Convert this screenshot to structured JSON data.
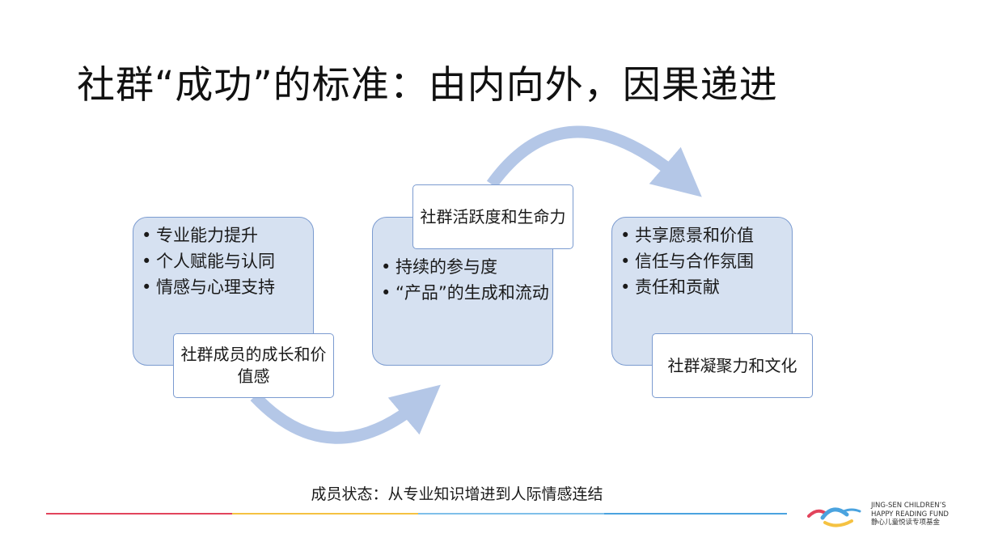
{
  "title": "社群“成功”的标准：由内向外，因果递进",
  "panels": [
    {
      "items": [
        "专业能力提升",
        "个人赋能与认同",
        "情感与心理支持"
      ],
      "label": "社群成员的成长和价值感"
    },
    {
      "items": [
        "持续的参与度",
        "“产品”的生成和流动"
      ],
      "label": "社群活跃度和生命力"
    },
    {
      "items": [
        "共享愿景和价值",
        "信任与合作氛围",
        "责任和贡献"
      ],
      "label": "社群凝聚力和文化"
    }
  ],
  "footer_text": "成员状态：从专业知识增进到人际情感连结",
  "logo": {
    "line1": "JING-SEN CHILDREN’S",
    "line2": "HAPPY READING FUND",
    "line3": "静心儿童悦读专项基金"
  },
  "colors": {
    "panel_fill": "#d6e1f1",
    "panel_border": "#7b9bd0",
    "arrow": "#b4c7e7",
    "bar_red": "#e2445c",
    "bar_yellow": "#f5c242",
    "bar_blue": "#4aa3df"
  }
}
